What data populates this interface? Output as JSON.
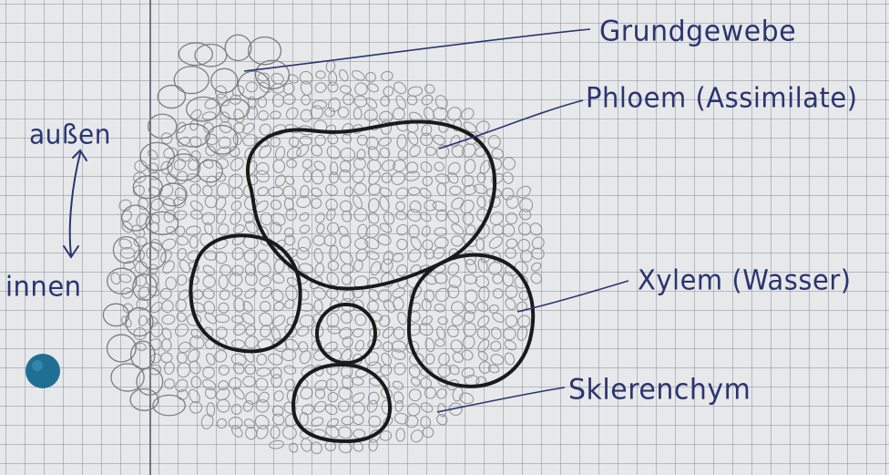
{
  "labels": {
    "grundgewebe": "Grundgewebe",
    "phloem": "Phloem (Assimilate)",
    "xylem": "Xylem (Wasser)",
    "sklerenchym": "Sklerenchym",
    "aussen": "außen",
    "innen": "innen"
  },
  "colors": {
    "paper": "#e7e8ea",
    "grid": "#7a8296",
    "pencil": "#8a8a8a",
    "ink_outline": "#1a1a1a",
    "label_ink": "#2a3570",
    "ink_dot": "#1f6f95",
    "margin_line": "#4a4f5e"
  }
}
